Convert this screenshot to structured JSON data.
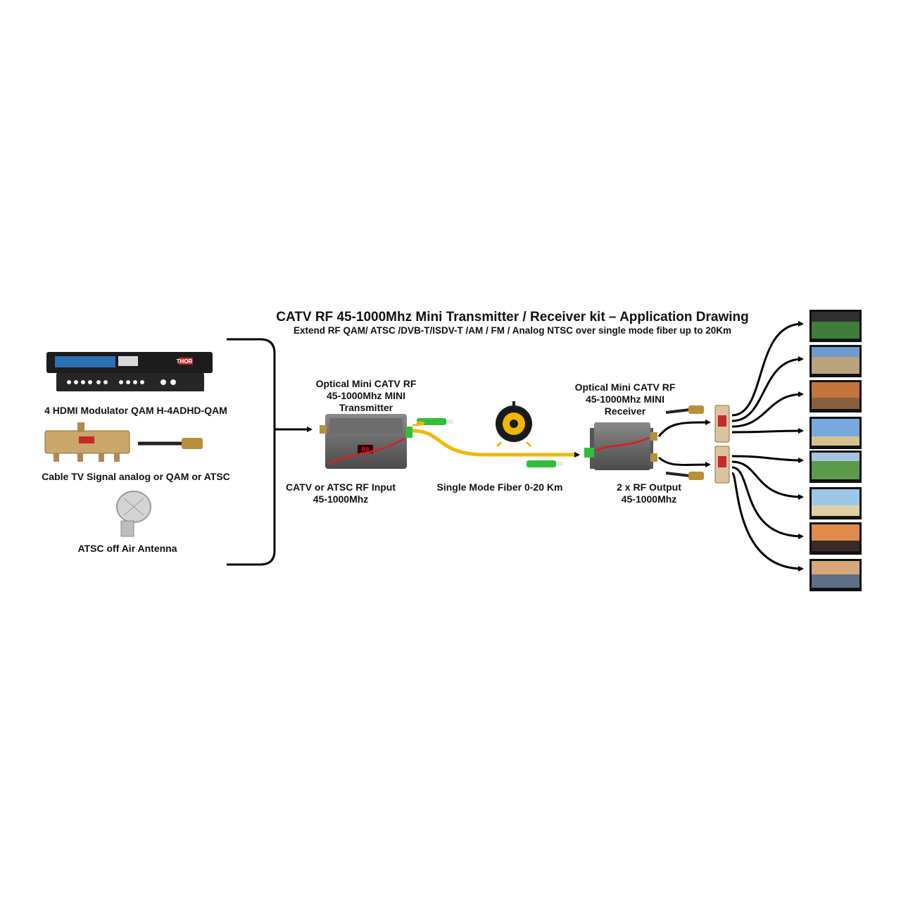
{
  "header": {
    "title": "CATV RF 45-1000Mhz Mini Transmitter / Receiver kit – Application Drawing",
    "subtitle": "Extend RF QAM/ ATSC /DVB-T/ISDV-T /AM / FM / Analog NTSC over single mode fiber up to 20Km"
  },
  "sources": {
    "modulator_label": "4 HDMI Modulator QAM H-4ADHD-QAM",
    "splitter_label": "Cable TV Signal analog or QAM or ATSC",
    "antenna_label": "ATSC off Air Antenna",
    "brand_text": "THOR"
  },
  "transmitter": {
    "title_line1": "Optical Mini CATV RF",
    "title_line2": "45-1000Mhz MINI",
    "title_line3": "Transmitter",
    "input_line1": "CATV or ATSC RF Input",
    "input_line2": "45-1000Mhz"
  },
  "fiber": {
    "label": "Single Mode Fiber 0-20 Km"
  },
  "receiver": {
    "title_line1": "Optical Mini CATV RF",
    "title_line2": "45-1000Mhz MINI",
    "title_line3": "Receiver",
    "output_line1": "2 x RF Output",
    "output_line2": "45-1000Mhz"
  },
  "colors": {
    "fiber": "#f2b800",
    "connector_green": "#2fbf3a",
    "device_gray": "#5b5b5b",
    "accent_red": "#c62828"
  },
  "tv_count": 8
}
